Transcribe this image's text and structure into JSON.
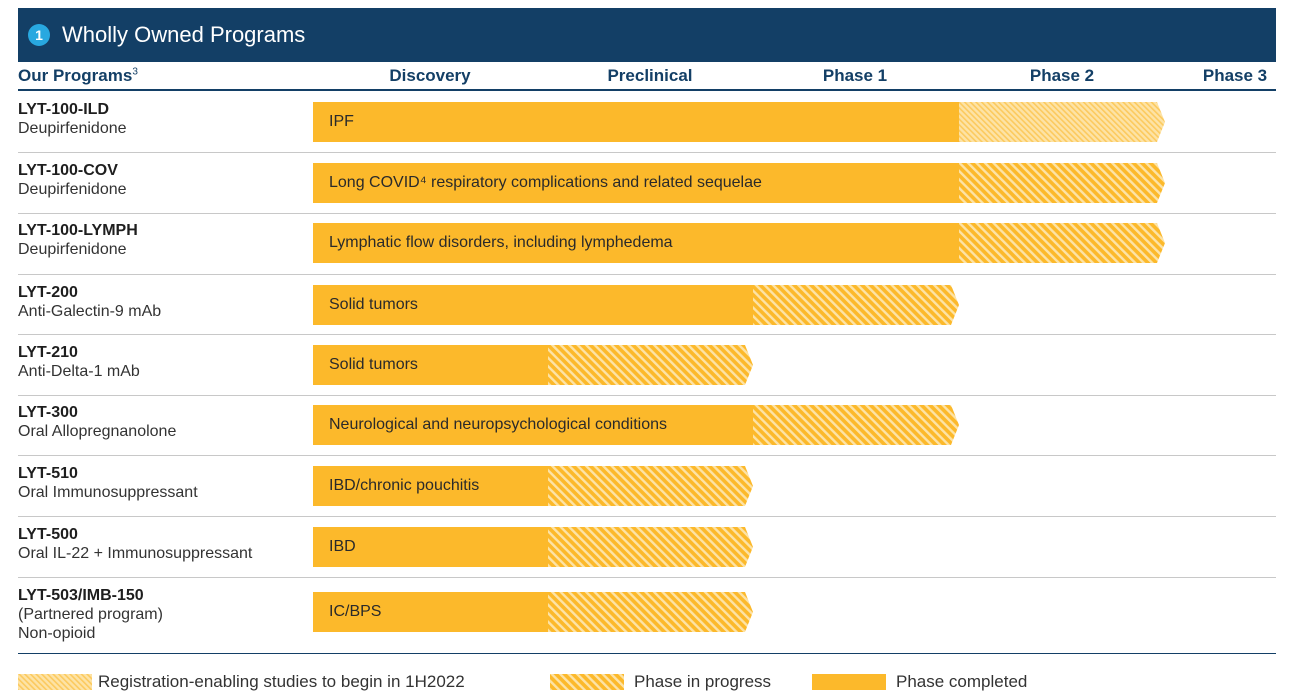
{
  "banner": {
    "number": "1",
    "title": "Wholly Owned Programs"
  },
  "headers": {
    "programs": "Our Programs",
    "programs_sup": "3",
    "phases": [
      "Discovery",
      "Preclinical",
      "Phase 1",
      "Phase 2",
      "Phase 3"
    ]
  },
  "colors": {
    "navy": "#133f66",
    "completed": "#fcb92b",
    "hatch_stripe": "#fde3a6",
    "light_hatch": "#fde3a6"
  },
  "stage_order": [
    "Discovery",
    "Preclinical",
    "Phase 1",
    "Phase 2",
    "Phase 3"
  ],
  "rows": [
    {
      "code": "LYT-100-ILD",
      "lines": [
        "Deupirfenidone"
      ],
      "indication": "IPF",
      "completed_through": "Phase 1",
      "next_stage": "Phase 2",
      "next_stage_status": "Registration-enabling studies to begin in 1H2022"
    },
    {
      "code": "LYT-100-COV",
      "lines": [
        "Deupirfenidone"
      ],
      "indication": "Long COVID⁴ respiratory complications and related sequelae",
      "completed_through": "Phase 1",
      "next_stage": "Phase 2",
      "next_stage_status": "Phase in progress"
    },
    {
      "code": "LYT-100-LYMPH",
      "lines": [
        "Deupirfenidone"
      ],
      "indication": "Lymphatic flow disorders, including lymphedema",
      "completed_through": "Phase 1",
      "next_stage": "Phase 2",
      "next_stage_status": "Phase in progress"
    },
    {
      "code": "LYT-200",
      "lines": [
        "Anti-Galectin-9 mAb"
      ],
      "indication": "Solid tumors",
      "completed_through": "Preclinical",
      "next_stage": "Phase 1",
      "next_stage_status": "Phase in progress"
    },
    {
      "code": "LYT-210",
      "lines": [
        "Anti-Delta-1 mAb"
      ],
      "indication": "Solid tumors",
      "completed_through": "Discovery",
      "next_stage": "Preclinical",
      "next_stage_status": "Phase in progress"
    },
    {
      "code": "LYT-300",
      "lines": [
        "Oral Allopregnanolone"
      ],
      "indication": "Neurological and neuropsychological conditions",
      "completed_through": "Preclinical",
      "next_stage": "Phase 1",
      "next_stage_status": "Phase in progress"
    },
    {
      "code": "LYT-510",
      "lines": [
        "Oral Immunosuppressant"
      ],
      "indication": "IBD/chronic pouchitis",
      "completed_through": "Discovery",
      "next_stage": "Preclinical",
      "next_stage_status": "Phase in progress"
    },
    {
      "code": "LYT-500",
      "lines": [
        "Oral IL-22 + Immunosuppressant"
      ],
      "indication": "IBD",
      "completed_through": "Discovery",
      "next_stage": "Preclinical",
      "next_stage_status": "Phase in progress"
    },
    {
      "code": "LYT-503/IMB-150",
      "lines": [
        "(Partnered program)",
        "Non-opioid"
      ],
      "indication": "IC/BPS",
      "completed_through": "Discovery",
      "next_stage": "Preclinical",
      "next_stage_status": "Phase in progress"
    }
  ],
  "legend": [
    {
      "key": "registration",
      "label": "Registration-enabling studies to begin in 1H2022"
    },
    {
      "key": "in_progress",
      "label": "Phase in progress"
    },
    {
      "key": "completed",
      "label": "Phase completed"
    }
  ]
}
